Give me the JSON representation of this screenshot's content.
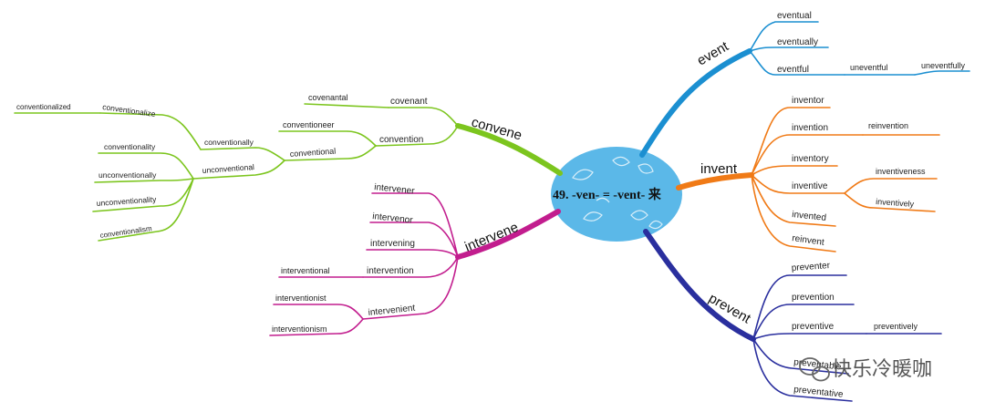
{
  "center": {
    "text": "49. -ven- = -vent- 来"
  },
  "colors": {
    "center": "#5bb8e8",
    "event": "#1b8fd1",
    "invent": "#f07a16",
    "prevent": "#2a2f9e",
    "intervene": "#c21d8e",
    "convene": "#7cc51e"
  },
  "branches": {
    "event": {
      "label": "event",
      "items": [
        "eventual",
        "eventually",
        "eventful"
      ],
      "eventful_children": [
        "uneventful"
      ],
      "uneventful_children": [
        "uneventfully"
      ]
    },
    "invent": {
      "label": "invent",
      "items": [
        "inventor",
        "invention",
        "inventory",
        "inventive",
        "invented",
        "reinvent"
      ],
      "invention_children": [
        "reinvention"
      ],
      "inventive_children": [
        "inventiveness",
        "inventively"
      ]
    },
    "prevent": {
      "label": "prevent",
      "items": [
        "preventer",
        "prevention",
        "preventive",
        "preventable",
        "preventative"
      ],
      "preventive_children": [
        "preventively"
      ]
    },
    "intervene": {
      "label": "intervene",
      "items": [
        "intervener",
        "intervenor",
        "intervening",
        "intervention",
        "intervenient"
      ],
      "intervention_children": [
        "interventional"
      ],
      "intervenient_children": [
        "interventionist",
        "interventionism"
      ]
    },
    "convene": {
      "label": "convene",
      "items": [
        "covenant",
        "convention"
      ],
      "covenant_children": [
        "covenantal"
      ],
      "convention_children": [
        "conventioneer",
        "conventional"
      ],
      "conventional_children": [
        "conventionally",
        "unconventional"
      ],
      "conventionally_children": [
        "conventionalize"
      ],
      "conventionalize_children": [
        "conventionalized"
      ],
      "unconventional_children": [
        "conventionality",
        "unconventionally",
        "unconventionality",
        "conventionalism"
      ]
    }
  },
  "watermark": {
    "text": "快乐冷暖咖"
  }
}
